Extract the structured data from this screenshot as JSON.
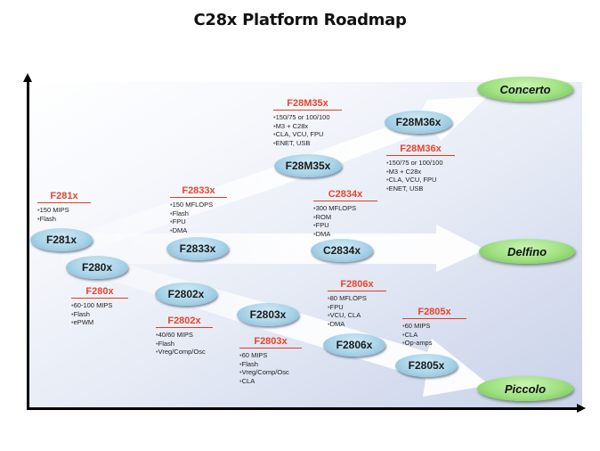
{
  "title": "C28x Platform Roadmap",
  "families": {
    "concerto": "Concerto",
    "delfino": "Delfino",
    "piccolo": "Piccolo"
  },
  "chips": {
    "f281x": "F281x",
    "f280x": "F280x",
    "f2833x": "F2833x",
    "f28m35x": "F28M35x",
    "f28m36x": "F28M36x",
    "c2834x": "C2834x",
    "f2802x": "F2802x",
    "f2803x": "F2803x",
    "f2806x": "F2806x",
    "f2805x": "F2805x"
  },
  "details": {
    "f281x": {
      "heading": "F281x",
      "features": [
        "150  MIPS",
        "Flash"
      ]
    },
    "f280x": {
      "heading": "F280x",
      "features": [
        "60-100  MIPS",
        "Flash",
        "ePWM"
      ]
    },
    "f2833x": {
      "heading": "F2833x",
      "features": [
        "150  MFLOPS",
        "Flash",
        "FPU",
        "DMA"
      ]
    },
    "f28m35x": {
      "heading": "F28M35x",
      "features": [
        "150/75  or 100/100",
        "M3 + C28x",
        "CLA,  VCU,  FPU",
        "ENET,  USB"
      ]
    },
    "f28m36x": {
      "heading": "F28M36x",
      "features": [
        "150/75  or 100/100",
        "M3 + C28x",
        "CLA,  VCU,  FPU",
        "ENET,  USB"
      ]
    },
    "c2834x": {
      "heading": "C2834x",
      "features": [
        "300  MFLOPS",
        "ROM",
        "FPU",
        "DMA"
      ]
    },
    "f2802x": {
      "heading": "F2802x",
      "features": [
        "40/60  MIPS",
        "Flash",
        "Vreg/Comp/Osc"
      ]
    },
    "f2803x": {
      "heading": "F2803x",
      "features": [
        "60  MIPS",
        "Flash",
        "Vreg/Comp/Osc",
        "CLA"
      ]
    },
    "f2806x": {
      "heading": "F2806x",
      "features": [
        "80  MFLOPS",
        "FPU",
        "VCU,  CLA",
        "DMA"
      ]
    },
    "f2805x": {
      "heading": "F2805x",
      "features": [
        "60  MIPS",
        "CLA",
        "Op-amps"
      ]
    }
  },
  "colors": {
    "heading_red": "#e8452c",
    "chip_blue": "#a9d3e8",
    "family_green": "#9ee080"
  }
}
